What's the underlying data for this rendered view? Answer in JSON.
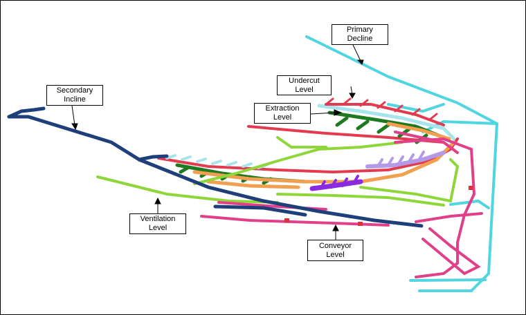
{
  "labels": {
    "primary_decline": {
      "line1": "Primary",
      "line2": "Decline"
    },
    "undercut_level": {
      "line1": "Undercut",
      "line2": "Level"
    },
    "extraction_level": {
      "line1": "Extraction",
      "line2": "Level"
    },
    "secondary_incline": {
      "line1": "Secondary",
      "line2": "Incline"
    },
    "ventilation_level": {
      "line1": "Ventilation",
      "line2": "Level"
    },
    "conveyor_level": {
      "line1": "Conveyor",
      "line2": "Level"
    }
  },
  "colors": {
    "primary_decline": "#4fd6e0",
    "undercut": "#a8e4ec",
    "extraction": "#1f7a1f",
    "undercut_drifts": "#e23a4e",
    "secondary_incline": "#1f3f7a",
    "ventilation": "#8fd63a",
    "conveyor": "#e0408a",
    "orange_drift": "#f0a050",
    "purple_block": "#8a2be2",
    "lavender": "#b49ae6"
  }
}
